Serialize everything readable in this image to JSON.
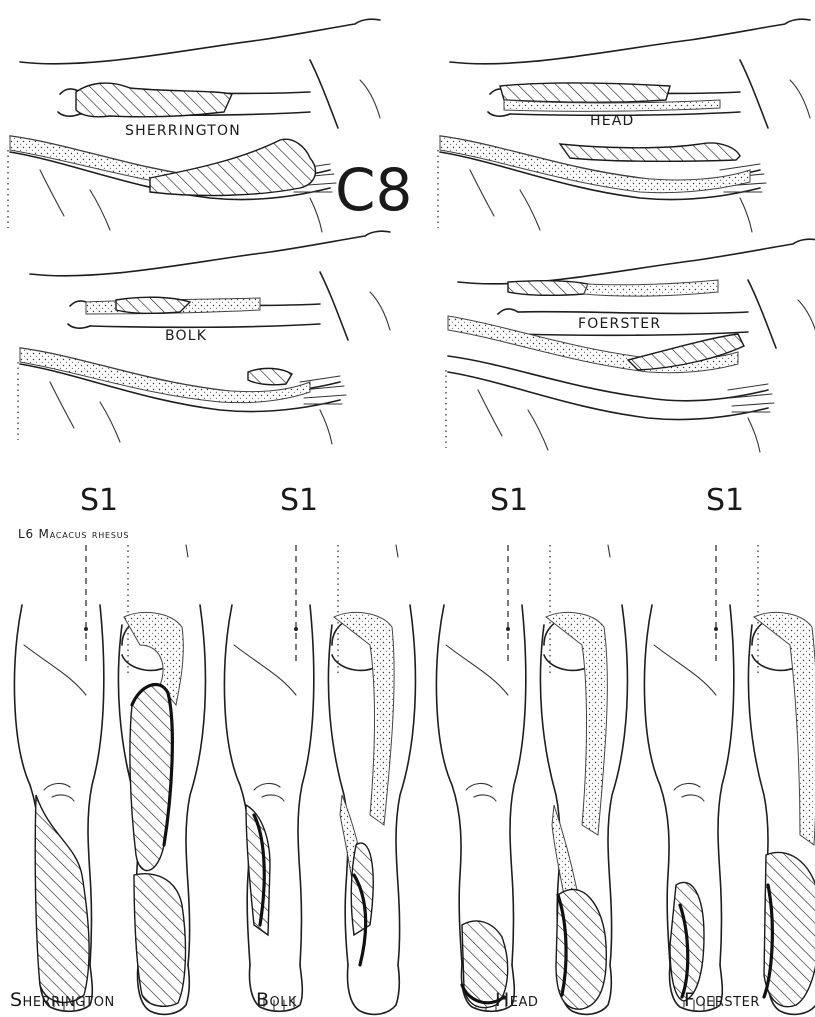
{
  "top_section": {
    "root_label": "C8",
    "panels": [
      {
        "label": "SHERRINGTON"
      },
      {
        "label": "HEAD"
      },
      {
        "label": "BOLK"
      },
      {
        "label": "FOERSTER"
      }
    ]
  },
  "bottom_section": {
    "root_label": "S1",
    "note": "L6 Macacus rhesus",
    "panels": [
      {
        "root": "S1",
        "caption": "Sherrington"
      },
      {
        "root": "S1",
        "caption": "Bolk"
      },
      {
        "root": "S1",
        "caption": "Head"
      },
      {
        "root": "S1",
        "caption": "Foerster"
      }
    ]
  }
}
